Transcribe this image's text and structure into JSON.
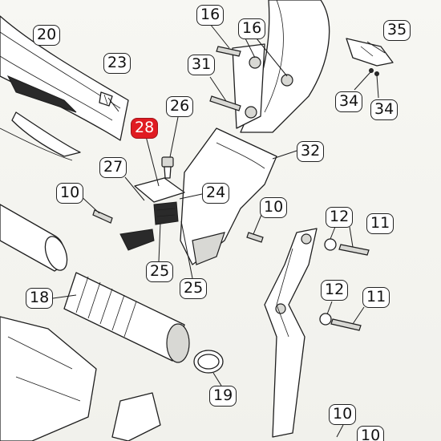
{
  "diagram": {
    "highlight_color": "#e01b22",
    "callouts": [
      {
        "id": "c20",
        "label": "20"
      },
      {
        "id": "c23",
        "label": "23"
      },
      {
        "id": "c16a",
        "label": "16"
      },
      {
        "id": "c16b",
        "label": "16"
      },
      {
        "id": "c31",
        "label": "31"
      },
      {
        "id": "c35",
        "label": "35"
      },
      {
        "id": "c34a",
        "label": "34"
      },
      {
        "id": "c34b",
        "label": "34"
      },
      {
        "id": "c26",
        "label": "26"
      },
      {
        "id": "c28",
        "label": "28",
        "highlighted": true
      },
      {
        "id": "c32",
        "label": "32"
      },
      {
        "id": "c27",
        "label": "27"
      },
      {
        "id": "c10a",
        "label": "10"
      },
      {
        "id": "c24",
        "label": "24"
      },
      {
        "id": "c10b",
        "label": "10"
      },
      {
        "id": "c12a",
        "label": "12"
      },
      {
        "id": "c11a",
        "label": "11"
      },
      {
        "id": "c25a",
        "label": "25"
      },
      {
        "id": "c25b",
        "label": "25"
      },
      {
        "id": "c18",
        "label": "18"
      },
      {
        "id": "c12b",
        "label": "12"
      },
      {
        "id": "c11b",
        "label": "11"
      },
      {
        "id": "c19",
        "label": "19"
      },
      {
        "id": "c10c",
        "label": "10"
      },
      {
        "id": "c10d",
        "label": "10"
      }
    ]
  }
}
